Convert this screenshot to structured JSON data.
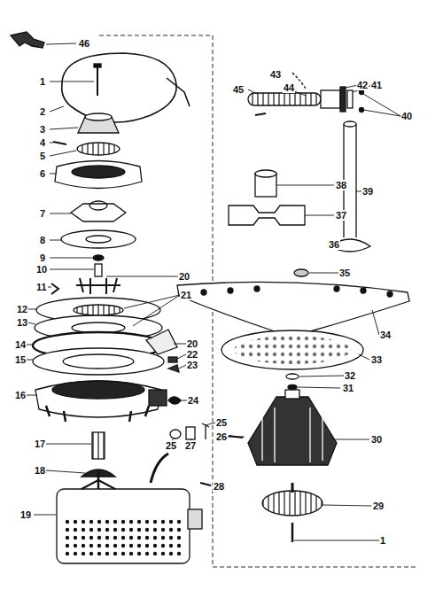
{
  "diagram": {
    "labels": [
      "46",
      "1",
      "2",
      "3",
      "4",
      "5",
      "6",
      "7",
      "8",
      "9",
      "10",
      "11",
      "12",
      "13",
      "14",
      "15",
      "16",
      "17",
      "18",
      "19",
      "20",
      "21",
      "20",
      "22",
      "23",
      "24",
      "25",
      "26",
      "25",
      "27",
      "28",
      "29",
      "30",
      "31",
      "32",
      "33",
      "34",
      "35",
      "36",
      "37",
      "38",
      "39",
      "40",
      "41",
      "42",
      "43",
      "44",
      "45",
      "1"
    ]
  }
}
